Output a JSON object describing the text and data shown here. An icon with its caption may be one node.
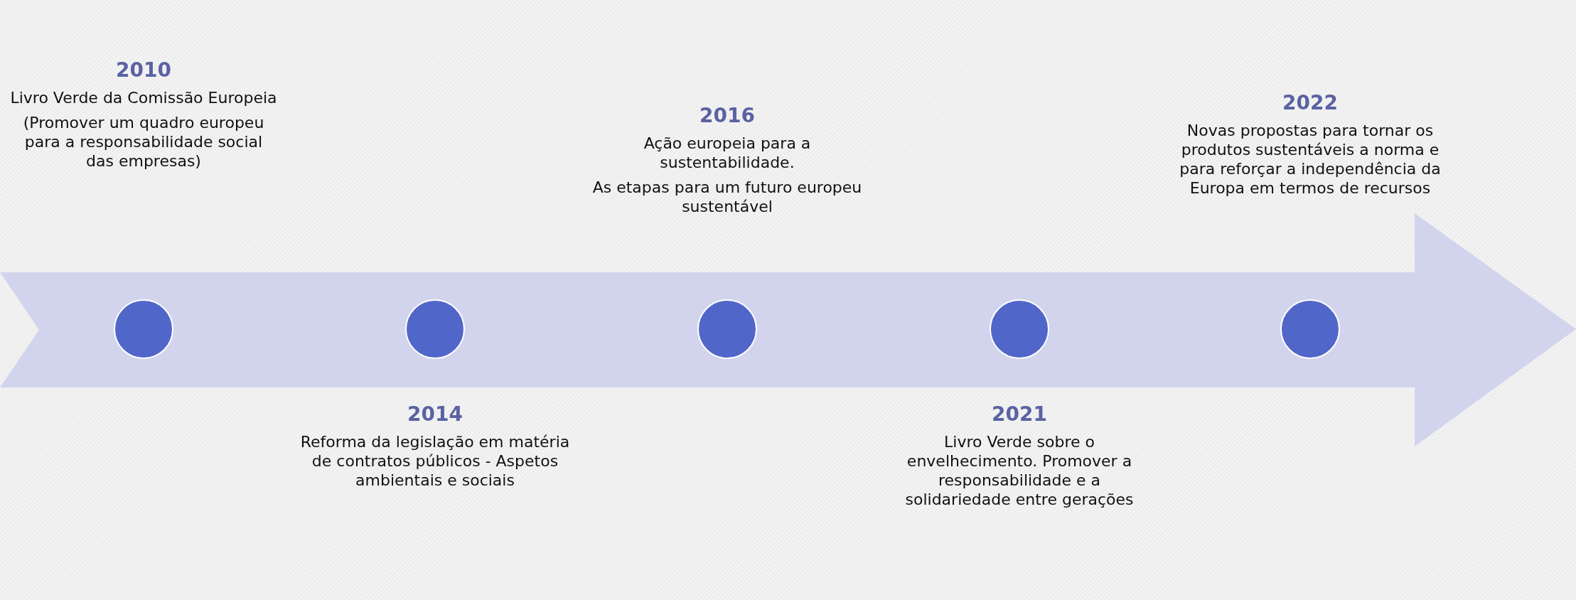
{
  "diagram": {
    "nodes": [
      {
        "text": [],
        "shape": "circle",
        "beside": [
          "2010",
          "Livro Verde da Comissão Europeia",
          "(Promover um quadro europeu para a responsabilidade social das empresas)"
        ]
      },
      {
        "text": [],
        "shape": "circle",
        "beside": [
          "2014",
          "Reforma da legislação em matéria de contratos públicos - Aspetos ambientais e sociais"
        ]
      },
      {
        "text": [],
        "shape": "circle",
        "beside": [
          "2016",
          "Ação europeia para a sustentabilidade.",
          "As etapas para um futuro europeu sustentável"
        ]
      },
      {
        "text": [],
        "shape": "circle",
        "beside": [
          "2021",
          "Livro Verde sobre o envelhecimento. Promover a responsabilidade e a solidariedade entre gerações"
        ]
      },
      {
        "text": [],
        "shape": "circle",
        "beside": [
          "2022",
          "Novas propostas para tornar os produtos sustentáveis a norma e para reforçar a independência da Europa em termos de recursos"
        ]
      }
    ]
  }
}
